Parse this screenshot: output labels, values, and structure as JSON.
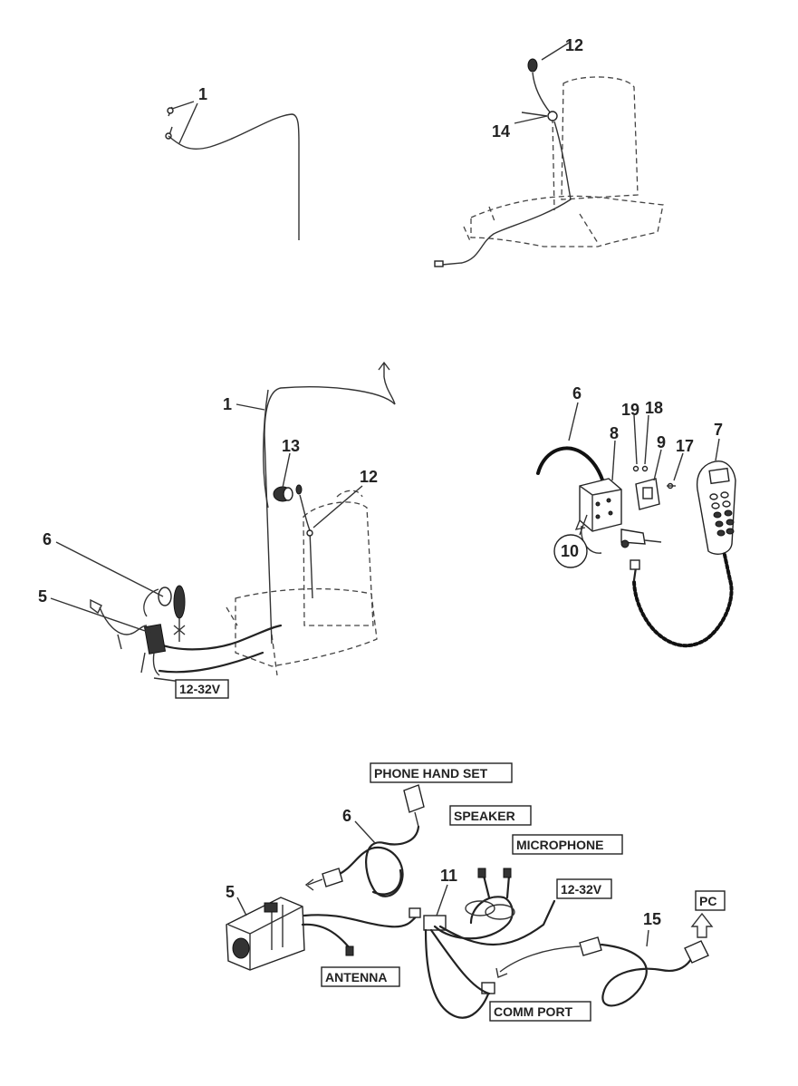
{
  "callouts": {
    "p1_1": "1",
    "p2_12": "12",
    "p2_14": "14",
    "p3_1": "1",
    "p3_13": "13",
    "p3_12": "12",
    "p3_6": "6",
    "p3_5": "5",
    "p4_6": "6",
    "p4_19": "19",
    "p4_18": "18",
    "p4_8": "8",
    "p4_9": "9",
    "p4_17": "17",
    "p4_7": "7",
    "p4_10": "10",
    "p5_6": "6",
    "p5_11": "11",
    "p5_5": "5",
    "p5_15": "15"
  },
  "labels": {
    "voltage_top": "12-32V",
    "phone_hand_set": "PHONE HAND SET",
    "speaker": "SPEAKER",
    "microphone": "MICROPHONE",
    "voltage_bottom": "12-32V",
    "pc": "PC",
    "antenna": "ANTENNA",
    "comm_port": "COMM PORT"
  }
}
